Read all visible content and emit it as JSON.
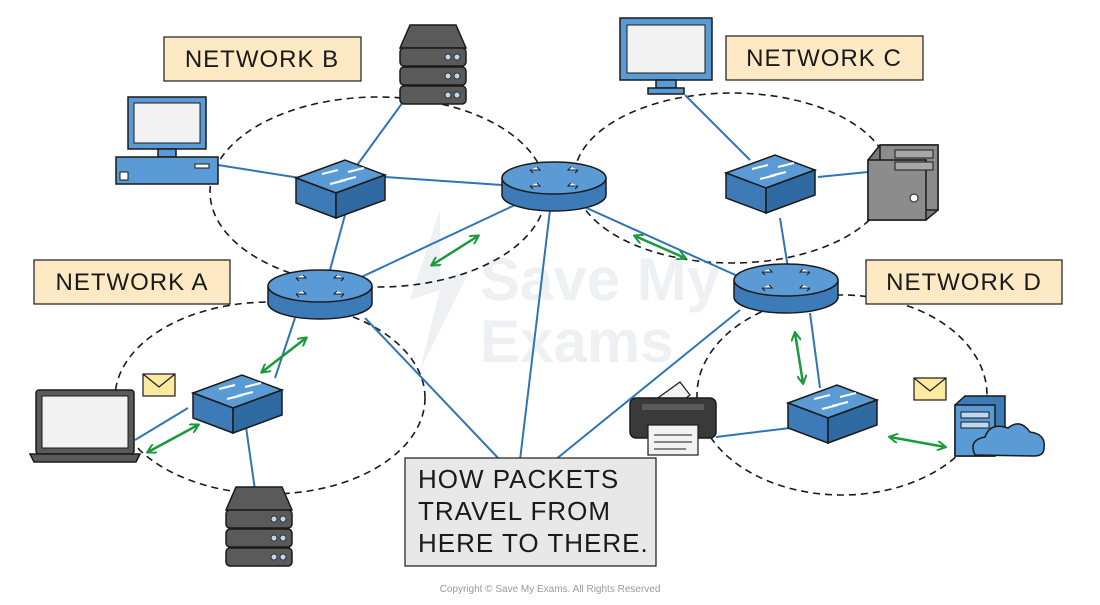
{
  "labels": {
    "network_a": "NETWORK A",
    "network_b": "NETWORK B",
    "network_c": "NETWORK C",
    "network_d": "NETWORK D"
  },
  "caption": {
    "line1": "HOW PACKETS",
    "line2": "TRAVEL FROM",
    "line3": "HERE TO THERE."
  },
  "watermark": {
    "line1": "Save My",
    "line2": "Exams"
  },
  "copyright": "Copyright © Save My Exams. All Rights Reserved",
  "colors": {
    "label_fill": "#fde9c4",
    "caption_fill": "#e8e8e8",
    "device_blue": "#5b9bd5",
    "link_blue": "#2e75b6",
    "arrow_green": "#1a9a3c",
    "server_gray": "#5a5a5a",
    "envelope_fill": "#fde9a0"
  },
  "icons": [
    "desktop-computer-icon",
    "monitor-icon",
    "laptop-icon",
    "server-rack-icon",
    "tower-pc-icon",
    "printer-icon",
    "cloud-server-icon",
    "envelope-icon",
    "router-icon",
    "switch-icon"
  ]
}
